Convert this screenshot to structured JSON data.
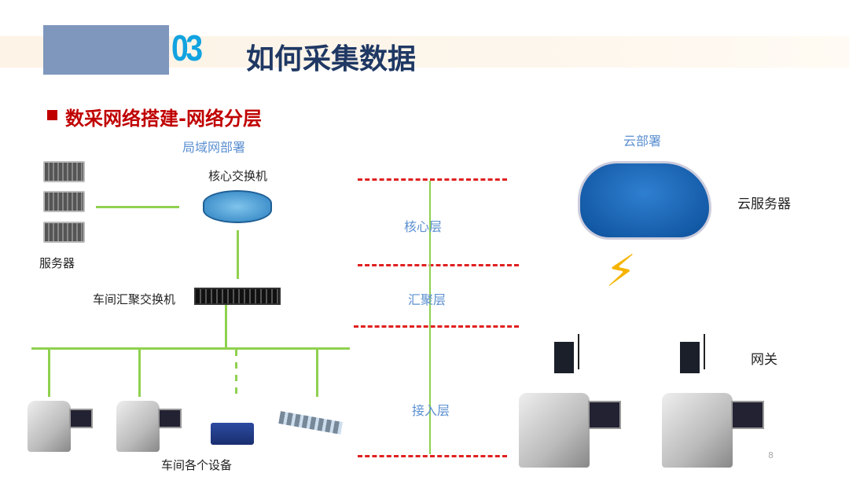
{
  "header": {
    "section_number": "03",
    "title": "如何采集数据"
  },
  "subtitle": "数采网络搭建-网络分层",
  "lan": {
    "heading": "局域网部署",
    "server_label": "服务器",
    "core_switch_label": "核心交换机",
    "agg_switch_label": "车间汇聚交换机",
    "devices_label": "车间各个设备"
  },
  "layers": {
    "core": "核心层",
    "aggregation": "汇聚层",
    "access": "接入层"
  },
  "cloud": {
    "heading": "云部署",
    "server_label": "云服务器",
    "gateway_label": "网关"
  },
  "page_number": "8",
  "colors": {
    "title": "#1f3864",
    "accent_red": "#c00000",
    "section_cyan": "#12a3e0",
    "link_green": "#8fd14f",
    "layer_blue": "#5b8fd0"
  }
}
